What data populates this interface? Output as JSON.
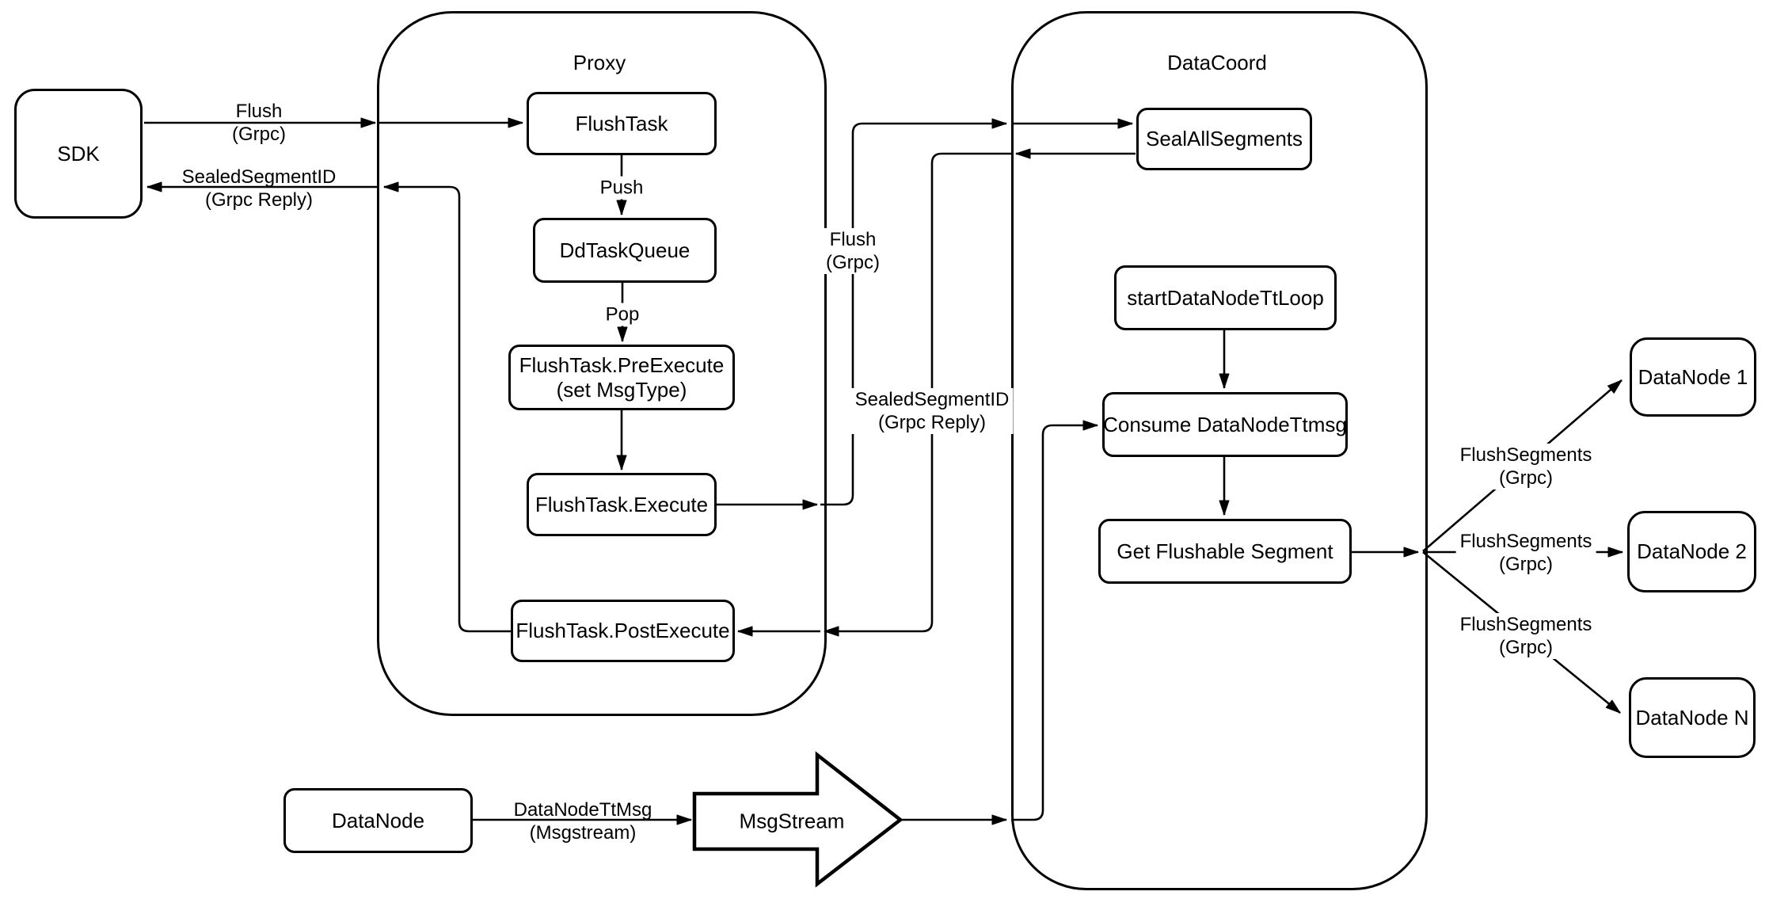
{
  "containers": {
    "proxy": "Proxy",
    "datacoord": "DataCoord"
  },
  "nodes": {
    "sdk": "SDK",
    "flush_task": "FlushTask",
    "dd_task_queue": "DdTaskQueue",
    "pre_execute": {
      "line1": "FlushTask.PreExecute",
      "line2": "(set MsgType)"
    },
    "execute": "FlushTask.Execute",
    "post_execute": "FlushTask.PostExecute",
    "seal_all_segments": "SealAllSegments",
    "start_data_node_tt_loop": "startDataNodeTtLoop",
    "consume_data_node_ttmsg": "Consume DataNodeTtmsg",
    "get_flushable_segment": "Get Flushable Segment",
    "datanode_1": "DataNode 1",
    "datanode_2": "DataNode 2",
    "datanode_n": "DataNode N",
    "datanode": "DataNode",
    "msgstream": "MsgStream"
  },
  "edge_labels": {
    "flush_sdk": {
      "line1": "Flush",
      "line2": "(Grpc)"
    },
    "sealed_sdk": {
      "line1": "SealedSegmentID",
      "line2": "(Grpc Reply)"
    },
    "push": "Push",
    "pop": "Pop",
    "flush_mid": {
      "line1": "Flush",
      "line2": "(Grpc)"
    },
    "sealed_mid": {
      "line1": "SealedSegmentID",
      "line2": "(Grpc Reply)"
    },
    "datanode_tt": {
      "line1": "DataNodeTtMsg",
      "line2": "(Msgstream)"
    },
    "flush_seg_1": {
      "line1": "FlushSegments",
      "line2": "(Grpc)"
    },
    "flush_seg_2": {
      "line1": "FlushSegments",
      "line2": "(Grpc)"
    },
    "flush_seg_3": {
      "line1": "FlushSegments",
      "line2": "(Grpc)"
    }
  },
  "colors": {
    "stroke": "#000000",
    "node_fill": "#ffffff",
    "background": "#ffffff"
  }
}
